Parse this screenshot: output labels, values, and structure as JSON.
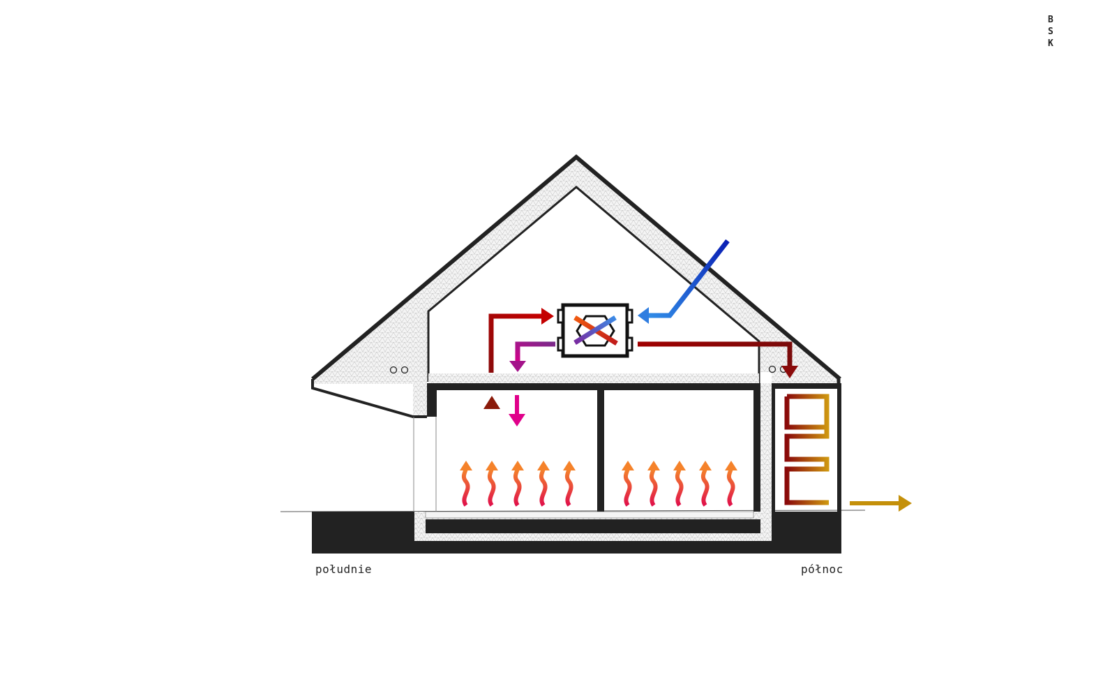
{
  "labels": {
    "south": "południe",
    "north": "północ"
  },
  "logo": {
    "letters": [
      "B",
      "S",
      "K"
    ]
  },
  "colors": {
    "wall": "#222222",
    "insulation_bg": "#f2f2f2",
    "fresh_air_start": "#0a1fb4",
    "fresh_air_end": "#2f7de0",
    "supply_air": "#a00000",
    "extract_air_start": "#8a1a6a",
    "extract_air_end": "#e0009a",
    "exhaust_air": "#b8860b",
    "floor_heat_start": "#e0104a",
    "floor_heat_end": "#f5822a",
    "heat_exchanger_warm": "#e24a1a",
    "heat_exchanger_cool": "#4a6fe0"
  },
  "icons": [
    "heat-recovery-unit-icon",
    "floor-heating-arrow-icon",
    "heat-pump-coil-icon",
    "ventilation-arrow-icon"
  ]
}
